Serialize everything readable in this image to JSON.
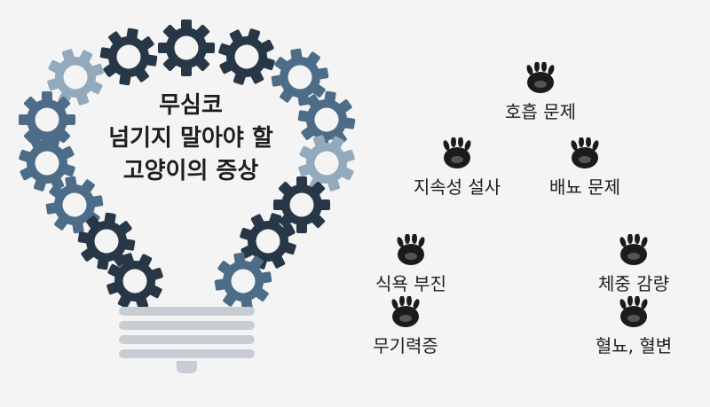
{
  "title": {
    "line1": "무심코",
    "line2": "넘기지 말아야 할",
    "line3": "고양이의 증상"
  },
  "symptoms": [
    "호흡 문제",
    "지속성 설사",
    "배뇨 문제",
    "식욕 부진",
    "체중 감량",
    "무기력증",
    "혈뇨, 혈변"
  ],
  "colors": {
    "gear_dark": "#273747",
    "gear_mid": "#4d6c88",
    "gear_light": "#93a9bc",
    "paw": "#1b1b1b",
    "bulb_base": "#c8cdd4"
  },
  "icons": {
    "gear": "gear-icon",
    "paw": "paw-icon"
  }
}
